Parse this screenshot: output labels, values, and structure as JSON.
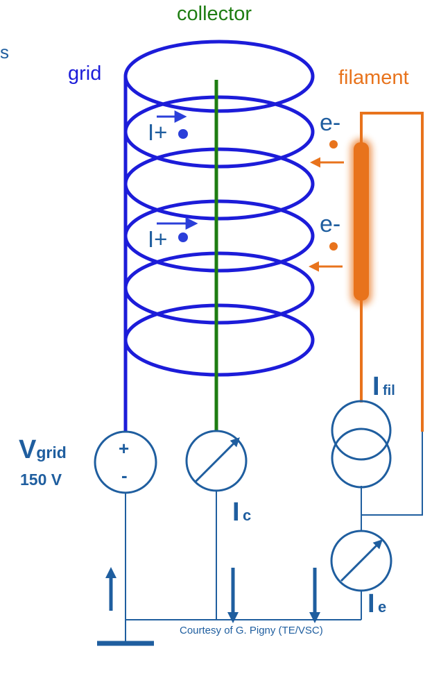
{
  "labels": {
    "collector": "collector",
    "grid": "grid",
    "filament": "filament",
    "edge_letter": "s",
    "ion_1": "I+",
    "ion_2": "I+",
    "electron_1": "e-",
    "electron_2": "e-",
    "i_fil_main": "I",
    "i_fil_sub": "fil",
    "v_grid_main": "V",
    "v_grid_sub": "grid",
    "v_grid_value": "150 V",
    "plus_sign": "+",
    "minus_sign": "-",
    "i_c_main": "I",
    "i_c_sub": "c",
    "i_e_main": "I",
    "i_e_sub": "e",
    "credit": "Courtesy of G. Pigny (TE/VSC)"
  },
  "colors": {
    "grid": "#1c1cd9",
    "collector": "#1e7d12",
    "filament": "#e8731c",
    "circuit": "#1f5e9f",
    "label_blue": "#1f5e9f",
    "ion": "#2b3fd9"
  }
}
